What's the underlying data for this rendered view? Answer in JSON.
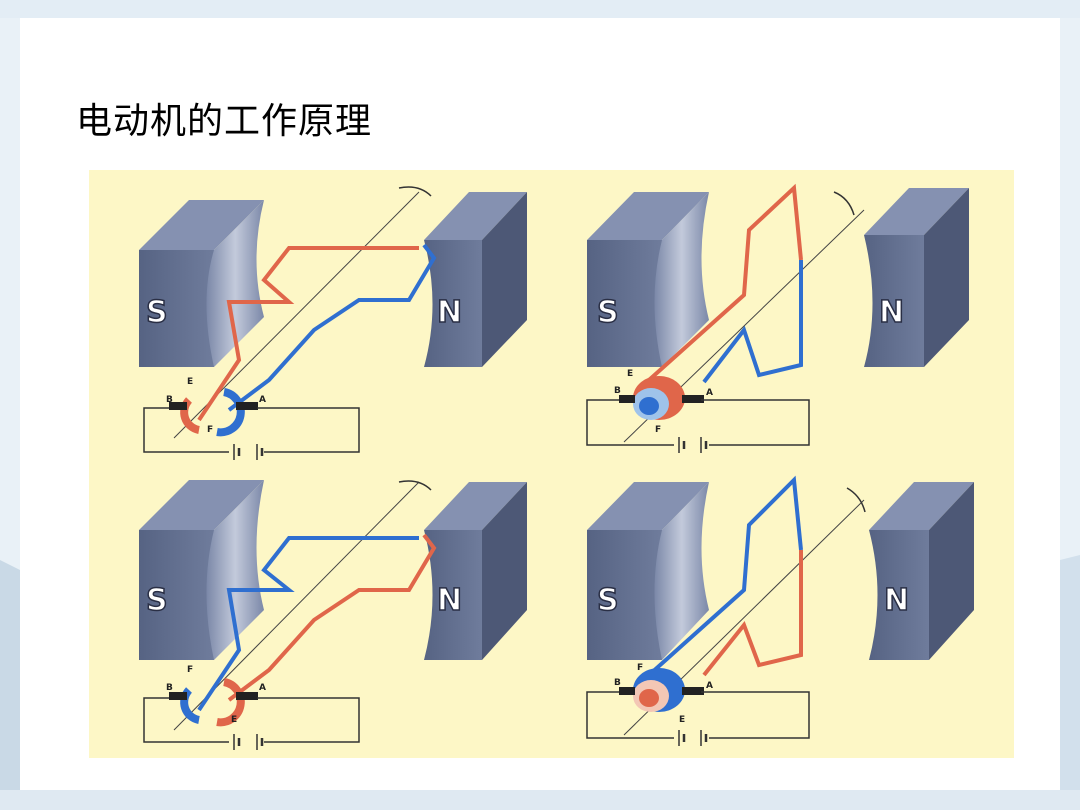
{
  "slide": {
    "title": "电动机的工作原理"
  },
  "figure": {
    "panels": [
      {
        "magnet_left_label": "S",
        "magnet_right_label": "N",
        "terminal_labels": [
          "E",
          "B",
          "A",
          "F"
        ]
      },
      {
        "magnet_left_label": "S",
        "magnet_right_label": "N",
        "terminal_labels": [
          "E",
          "B",
          "A",
          "F"
        ]
      },
      {
        "magnet_left_label": "S",
        "magnet_right_label": "N",
        "terminal_labels": [
          "F",
          "B",
          "A",
          "E"
        ]
      },
      {
        "magnet_left_label": "S",
        "magnet_right_label": "N",
        "terminal_labels": [
          "F",
          "B",
          "A",
          "E"
        ]
      }
    ],
    "colors": {
      "background": "#fdf7c6",
      "magnet": "#5d6a8c",
      "wire_red": "#e0664a",
      "wire_blue": "#2f6fd0"
    }
  }
}
